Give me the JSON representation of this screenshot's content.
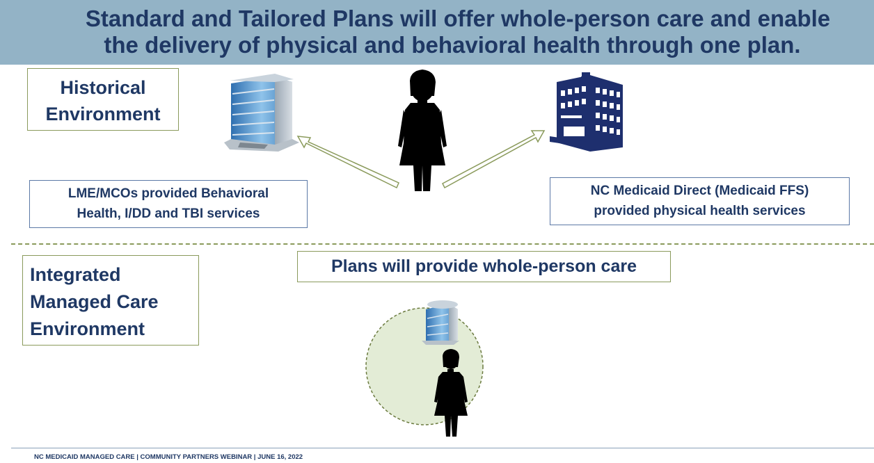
{
  "banner": {
    "line1": "Standard and Tailored Plans will offer whole-person care and enable",
    "line2": "the delivery of physical and behavioral health through one plan."
  },
  "historical": {
    "label_line1": "Historical",
    "label_line2": "Environment",
    "left_box_line1": "LME/MCOs provided Behavioral",
    "left_box_line2": "Health, I/DD and TBI services",
    "right_box_line1": "NC Medicaid Direct (Medicaid FFS)",
    "right_box_line2": "provided physical health services"
  },
  "integrated": {
    "label_line1": "Integrated",
    "label_line2": "Managed Care",
    "label_line3": "Environment",
    "plans_label": "Plans will provide whole-person care"
  },
  "footer": {
    "text": "NC MEDICAID MANAGED CARE | COMMUNITY PARTNERS WEBINAR | JUNE 16, 2022"
  },
  "icons": [
    "glass-office-building-icon",
    "person-icon",
    "hospital-building-icon",
    "arrow-icon"
  ],
  "colors": {
    "banner_bg": "#93b3c6",
    "title_text": "#1f3864",
    "olive_border": "#8a9a5b",
    "blue_border": "#5b78a6",
    "circle_fill": "#e3ecd6"
  }
}
